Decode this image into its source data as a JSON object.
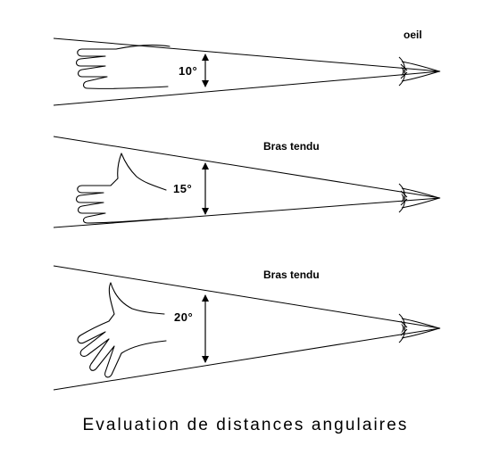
{
  "panels": [
    {
      "angle_label": "10°",
      "note": ""
    },
    {
      "angle_label": "15°",
      "note": "Bras tendu"
    },
    {
      "angle_label": "20°",
      "note": "Bras tendu"
    }
  ],
  "eye_label": "oeil",
  "caption": "Evaluation de distances angulaires",
  "colors": {
    "ink": "#000000",
    "background": "#ffffff"
  }
}
